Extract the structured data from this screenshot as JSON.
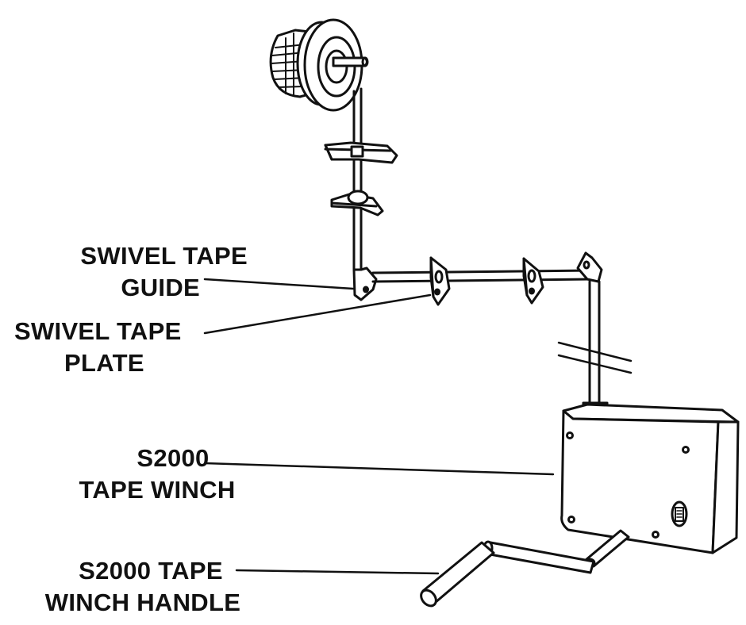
{
  "labels": {
    "swivel_tape_guide": {
      "line1": "SWIVEL TAPE",
      "line2": "GUIDE"
    },
    "swivel_tape_plate": {
      "line1": "SWIVEL TAPE",
      "line2": "PLATE"
    },
    "tape_winch": {
      "line1": "S2000",
      "line2": "TAPE WINCH"
    },
    "winch_handle": {
      "line1": "S2000 TAPE",
      "line2": "WINCH HANDLE"
    }
  },
  "colors": {
    "ink": "#111111",
    "paper": "#ffffff"
  }
}
